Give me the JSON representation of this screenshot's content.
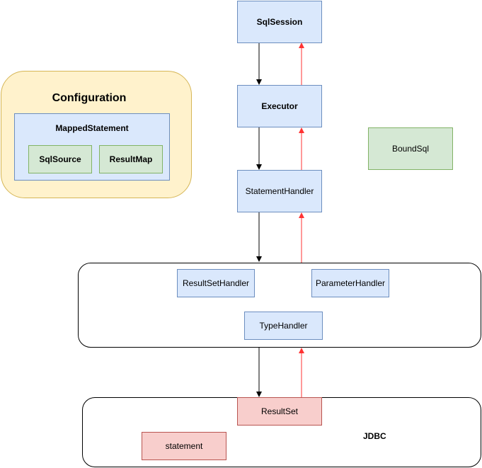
{
  "configuration": {
    "title": "Configuration",
    "mapped_statement": "MappedStatement",
    "sql_source": "SqlSource",
    "result_map": "ResultMap"
  },
  "flow": {
    "sql_session": "SqlSession",
    "executor": "Executor",
    "statement_handler": "StatementHandler",
    "bound_sql": "BoundSql",
    "result_set_handler": "ResultSetHandler",
    "parameter_handler": "ParameterHandler",
    "type_handler": "TypeHandler"
  },
  "jdbc": {
    "label": "JDBC",
    "result_set": "ResultSet",
    "statement": "statement"
  },
  "colors": {
    "call_arrow": "#000000",
    "return_arrow": "#ff3333",
    "blue_fill": "#dae8fc",
    "blue_stroke": "#6c8ebf",
    "green_fill": "#d5e8d4",
    "green_stroke": "#82b366",
    "red_fill": "#f8cecc",
    "red_stroke": "#b85450",
    "config_fill": "#fff2cc",
    "config_stroke": "#d6b656"
  }
}
